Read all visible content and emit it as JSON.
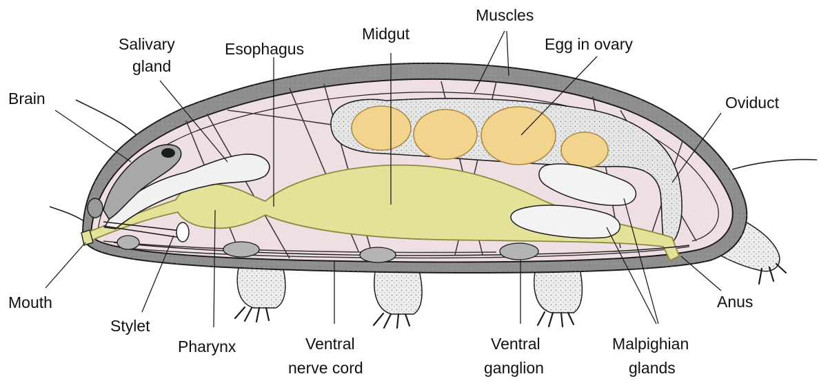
{
  "diagram": {
    "labels": {
      "brain": "Brain",
      "salivary_gland_1": "Salivary",
      "salivary_gland_2": "gland",
      "esophagus": "Esophagus",
      "midgut": "Midgut",
      "muscles": "Muscles",
      "egg_in_ovary": "Egg in ovary",
      "oviduct": "Oviduct",
      "mouth": "Mouth",
      "stylet": "Stylet",
      "pharynx": "Pharynx",
      "ventral_nerve_cord_1": "Ventral",
      "ventral_nerve_cord_2": "nerve cord",
      "ventral_ganglion_1": "Ventral",
      "ventral_ganglion_2": "ganglion",
      "anus": "Anus",
      "malpighian_glands_1": "Malpighian",
      "malpighian_glands_2": "glands"
    },
    "colors": {
      "body_fill": "#efdfe3",
      "gut_fill": "#e4e199",
      "gut_stroke": "#8c8a3e",
      "egg_fill": "#f3d48f",
      "egg_stroke": "#a98a45",
      "ovary_fill": "#e6e6e6",
      "outline": "#1c1c1c",
      "leg_fill": "#ededed",
      "cuticle_fill": "#9a9a9a"
    }
  }
}
